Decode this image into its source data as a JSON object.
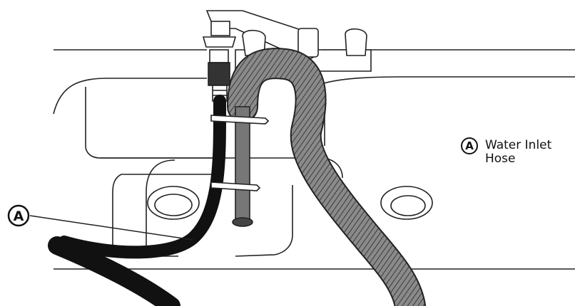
{
  "callout": {
    "letter": "A"
  },
  "legend": {
    "letter": "A",
    "label": "Water Inlet Hose"
  }
}
